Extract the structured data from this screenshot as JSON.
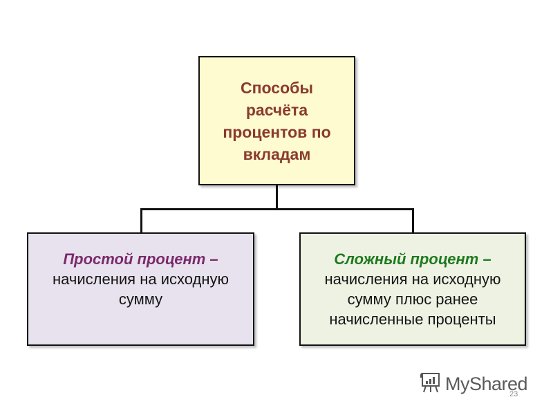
{
  "diagram": {
    "root": {
      "lines": [
        "Способы",
        "расчёта",
        "процентов по",
        "вкладам"
      ],
      "bg": "#fdfbcf",
      "text_color": "#8a3a2e"
    },
    "children": [
      {
        "title": "Простой процент –",
        "body_lines": [
          "начисления на исходную",
          "сумму"
        ],
        "bg": "#e7e2ee",
        "title_color": "#7b2a6b"
      },
      {
        "title": "Сложный процент –",
        "body_lines": [
          "начисления на исходную",
          "сумму плюс ранее",
          "начисленные проценты"
        ],
        "bg": "#eef2e3",
        "title_color": "#1f7a1f"
      }
    ]
  },
  "watermark": {
    "text": "MyShared",
    "icon": "presentation-chart-icon"
  },
  "page_number": "23"
}
